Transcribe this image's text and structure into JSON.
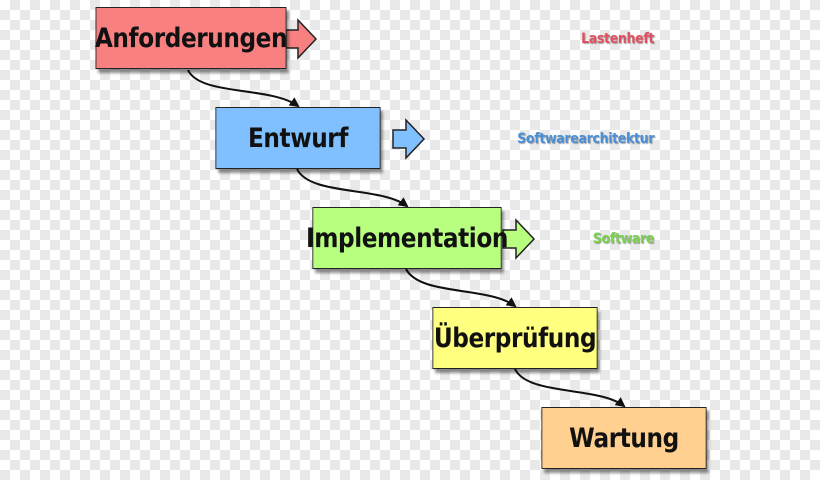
{
  "stages": [
    {
      "label": "Anforderungen",
      "color": "#f88080"
    },
    {
      "label": "Entwurf",
      "color": "#80c0ff"
    },
    {
      "label": "Implementation",
      "color": "#b8ff80"
    },
    {
      "label": "Überprüfung",
      "color": "#ffff80"
    },
    {
      "label": "Wartung",
      "color": "#ffd090"
    }
  ],
  "outputs": [
    {
      "label": "Lastenheft",
      "color": "#e05060"
    },
    {
      "label": "Softwarearchitektur",
      "color": "#4a8fd8"
    },
    {
      "label": "Software",
      "color": "#7ad050"
    }
  ]
}
